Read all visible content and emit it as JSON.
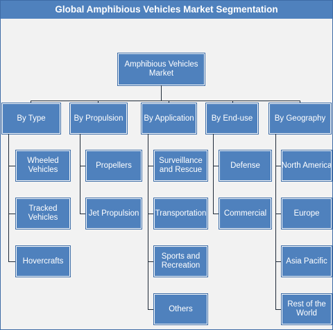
{
  "title": "Global Amphibious Vehicles Market Segmentation",
  "root": "Amphibious Vehicles\nMarket",
  "categories": [
    {
      "label": "By Type",
      "items": [
        "Wheeled\nVehicles",
        "Tracked\nVehicles",
        "Hovercrafts"
      ]
    },
    {
      "label": "By Propulsion",
      "items": [
        "Propellers",
        "Jet Propulsion"
      ]
    },
    {
      "label": "By Application",
      "items": [
        "Surveillance\nand Rescue",
        "Transportation",
        "Sports and\nRecreation",
        "Others"
      ]
    },
    {
      "label": "By End-use",
      "items": [
        "Defense",
        "Commercial"
      ]
    },
    {
      "label": "By Geography",
      "items": [
        "North America",
        "Europe",
        "Asia Pacific",
        "Rest of the\nWorld"
      ]
    }
  ],
  "colors": {
    "box": "#4f81bd",
    "title_bar": "#4f81bd",
    "background": "#f2f2f2",
    "connector": "#1f2a38"
  }
}
